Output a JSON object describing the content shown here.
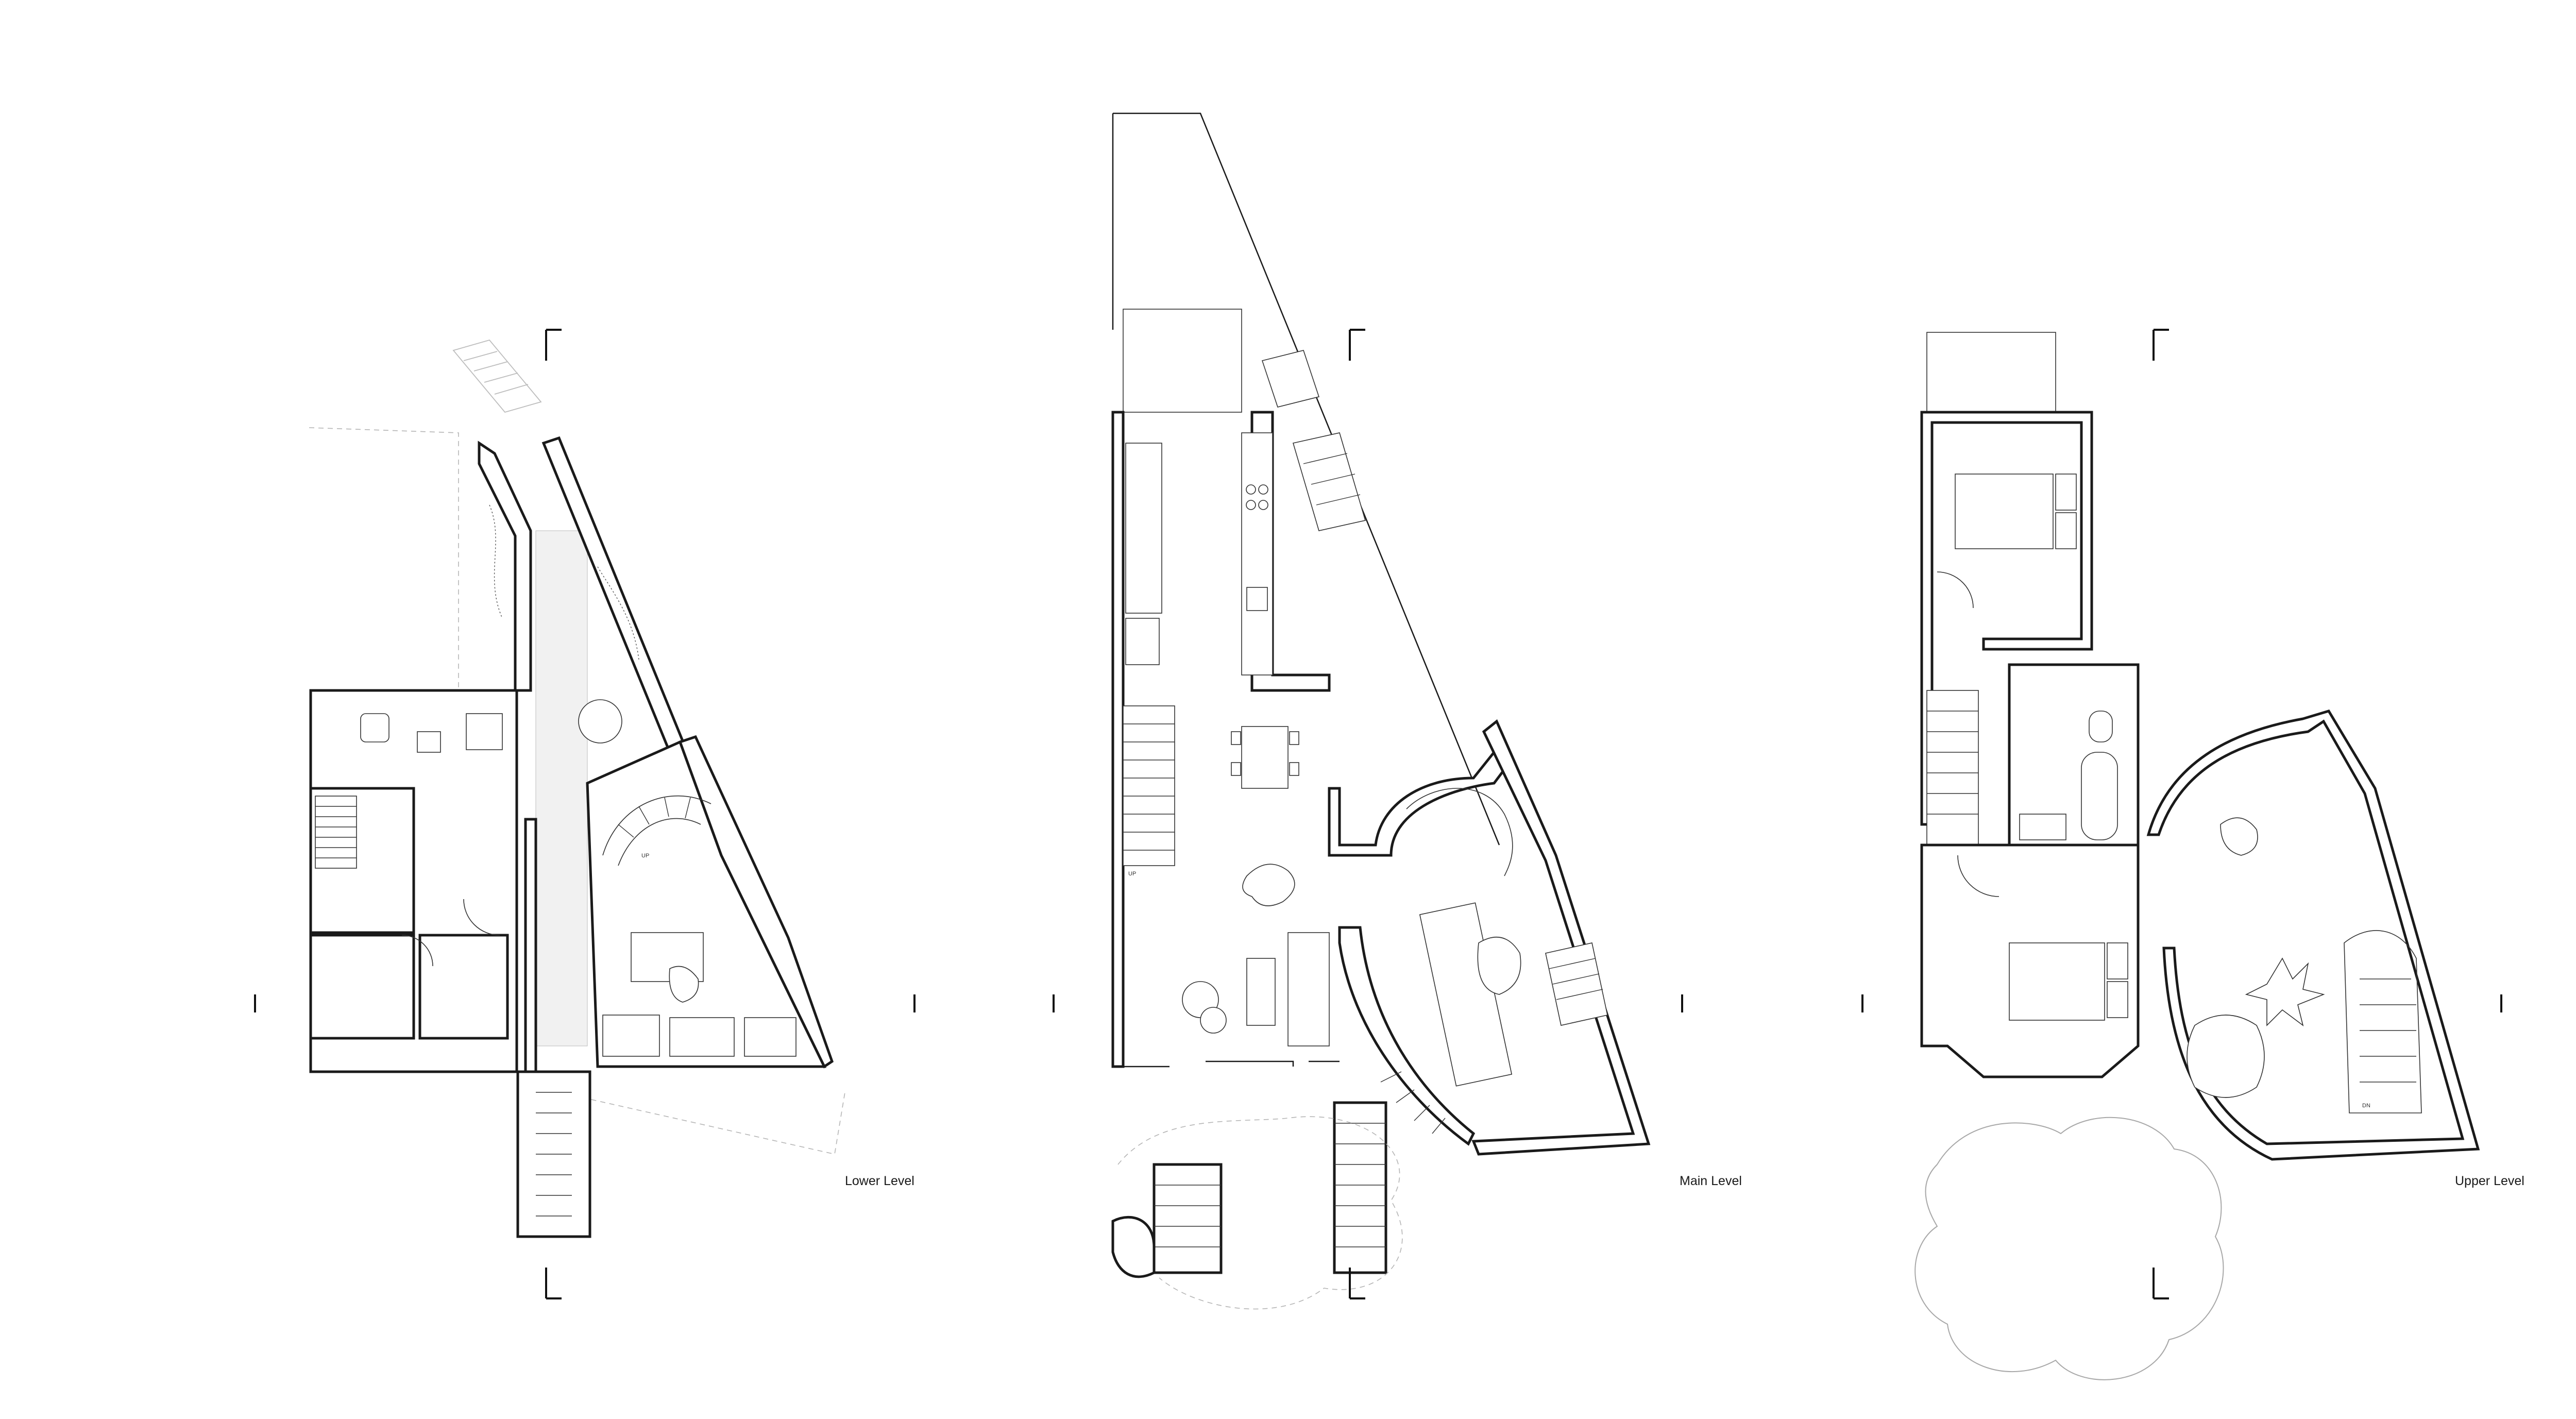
{
  "drawing": {
    "levels": [
      {
        "id": "lower",
        "label": "Lower Level"
      },
      {
        "id": "main",
        "label": "Main Level"
      },
      {
        "id": "upper",
        "label": "Upper Level"
      }
    ],
    "stair_tags": {
      "up": "UP",
      "dn": "DN"
    }
  },
  "colors": {
    "ink": "#1a1a1a",
    "ghost": "#b5b5b5",
    "background": "#ffffff"
  }
}
